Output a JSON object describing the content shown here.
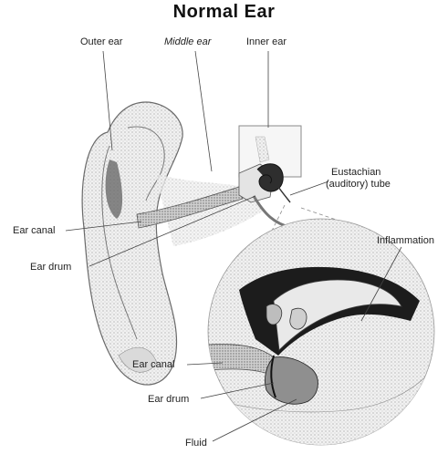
{
  "title": "Normal Ear",
  "labels": {
    "outer_ear": "Outer ear",
    "middle_ear": "Middle ear",
    "inner_ear": "Inner ear",
    "eustachian_line1": "Eustachian",
    "eustachian_line2": "(auditory) tube",
    "ear_canal_top": "Ear canal",
    "ear_drum_top": "Ear drum",
    "inflammation": "Inflammation",
    "ear_canal_bottom": "Ear canal",
    "ear_drum_bottom": "Ear drum",
    "fluid": "Fluid"
  }
}
